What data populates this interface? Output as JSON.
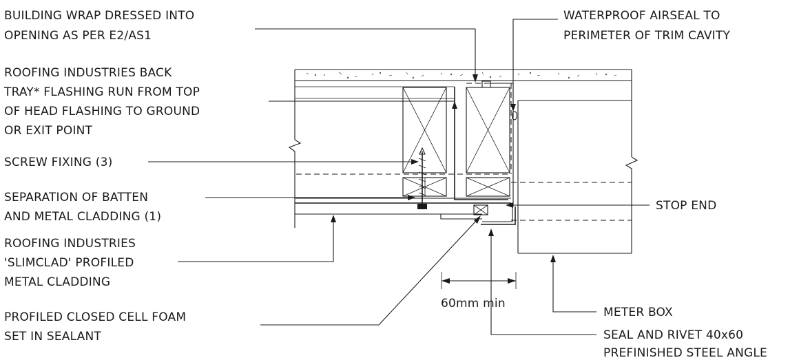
{
  "labels": {
    "building_wrap": [
      "BUILDING WRAP DRESSED INTO",
      "OPENING AS PER E2/AS1"
    ],
    "back_tray": [
      "ROOFING INDUSTRIES BACK",
      "TRAY* FLASHING RUN FROM TOP",
      "OF HEAD FLASHING TO GROUND",
      "OR EXIT POINT"
    ],
    "screw_fixing": [
      "SCREW FIXING (3)"
    ],
    "separation": [
      "SEPARATION OF BATTEN",
      "AND METAL CLADDING (1)"
    ],
    "slimclad": [
      "ROOFING INDUSTRIES",
      "'SLIMCLAD' PROFILED",
      "METAL CLADDING"
    ],
    "foam": [
      "PROFILED CLOSED CELL FOAM",
      "SET IN SEALANT"
    ],
    "airseal": [
      "WATERPROOF AIRSEAL TO",
      "PERIMETER OF TRIM CAVITY"
    ],
    "stop_end": [
      "STOP END"
    ],
    "meter_box": [
      "METER BOX"
    ],
    "steel_angle": [
      "SEAL AND RIVET 40x60",
      "PREFINISHED STEEL ANGLE"
    ],
    "dimension": [
      "60mm min"
    ]
  }
}
